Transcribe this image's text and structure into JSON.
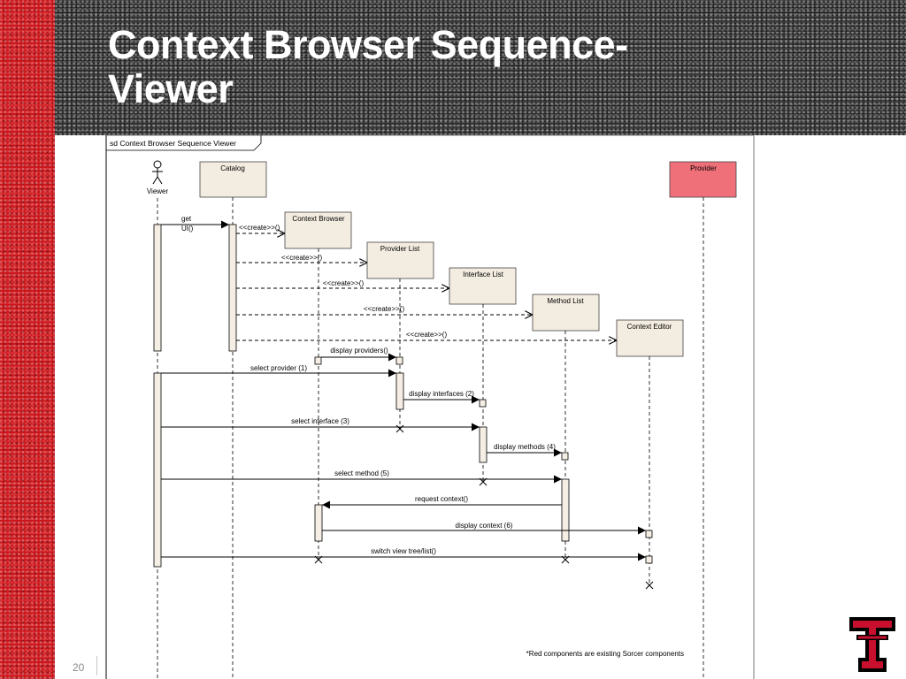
{
  "slide": {
    "title": "Context Browser Sequence-Viewer",
    "page_number": "20",
    "logo_text": "TT"
  },
  "colors": {
    "left_strip": "#c8141a",
    "title_band": "#1a1a1a",
    "lifeline_box": "#f3ece0",
    "provider_box": "#f0707a",
    "activation": "#f5eee4",
    "logo_red": "#c8102e"
  },
  "diagram": {
    "frame_label": "sd Context Browser Sequence Viewer",
    "actor_name": "Viewer",
    "lifelines": [
      {
        "id": "catalog",
        "label": "Catalog"
      },
      {
        "id": "provider",
        "label": "Provider",
        "existing_sorcer_component": true
      },
      {
        "id": "context_browser",
        "label": "Context Browser"
      },
      {
        "id": "provider_list",
        "label": "Provider List"
      },
      {
        "id": "interface_list",
        "label": "Interface List"
      },
      {
        "id": "method_list",
        "label": "Method List"
      },
      {
        "id": "context_editor",
        "label": "Context Editor"
      }
    ],
    "messages": [
      {
        "from": "Viewer",
        "to": "Catalog",
        "label": "get UI()",
        "label_line1": "get",
        "label_line2": "UI()",
        "style": "sync"
      },
      {
        "from": "Catalog",
        "to": "Context Browser",
        "label": "<<create>>()",
        "style": "create"
      },
      {
        "from": "Catalog",
        "to": "Provider List",
        "label": "<<create>>()",
        "style": "create"
      },
      {
        "from": "Catalog",
        "to": "Interface List",
        "label": "<<create>>()",
        "style": "create"
      },
      {
        "from": "Catalog",
        "to": "Method List",
        "label": "<<create>>()",
        "style": "create"
      },
      {
        "from": "Catalog",
        "to": "Context Editor",
        "label": "<<create>>()",
        "style": "create"
      },
      {
        "from": "Context Browser",
        "to": "Provider List",
        "label": "display providers()",
        "style": "sync"
      },
      {
        "from": "Viewer",
        "to": "Provider List",
        "label": "select provider (1)",
        "style": "sync"
      },
      {
        "from": "Provider List",
        "to": "Interface List",
        "label": "display interfaces (2)",
        "style": "sync"
      },
      {
        "from": "Viewer",
        "to": "Interface List",
        "label": "select interface (3)",
        "style": "sync"
      },
      {
        "from": "Interface List",
        "to": "Method List",
        "label": "display methods (4)",
        "style": "sync"
      },
      {
        "from": "Viewer",
        "to": "Method List",
        "label": "select method (5)",
        "style": "sync"
      },
      {
        "from": "Method List",
        "to": "Context Browser",
        "label": "request context()",
        "style": "sync"
      },
      {
        "from": "Context Browser",
        "to": "Context Editor",
        "label": "display context (6)",
        "style": "sync"
      },
      {
        "from": "Viewer",
        "to": "Context Editor",
        "label": "switch view tree/list()",
        "style": "sync"
      }
    ],
    "footnote": "*Red components are existing Sorcer components"
  }
}
